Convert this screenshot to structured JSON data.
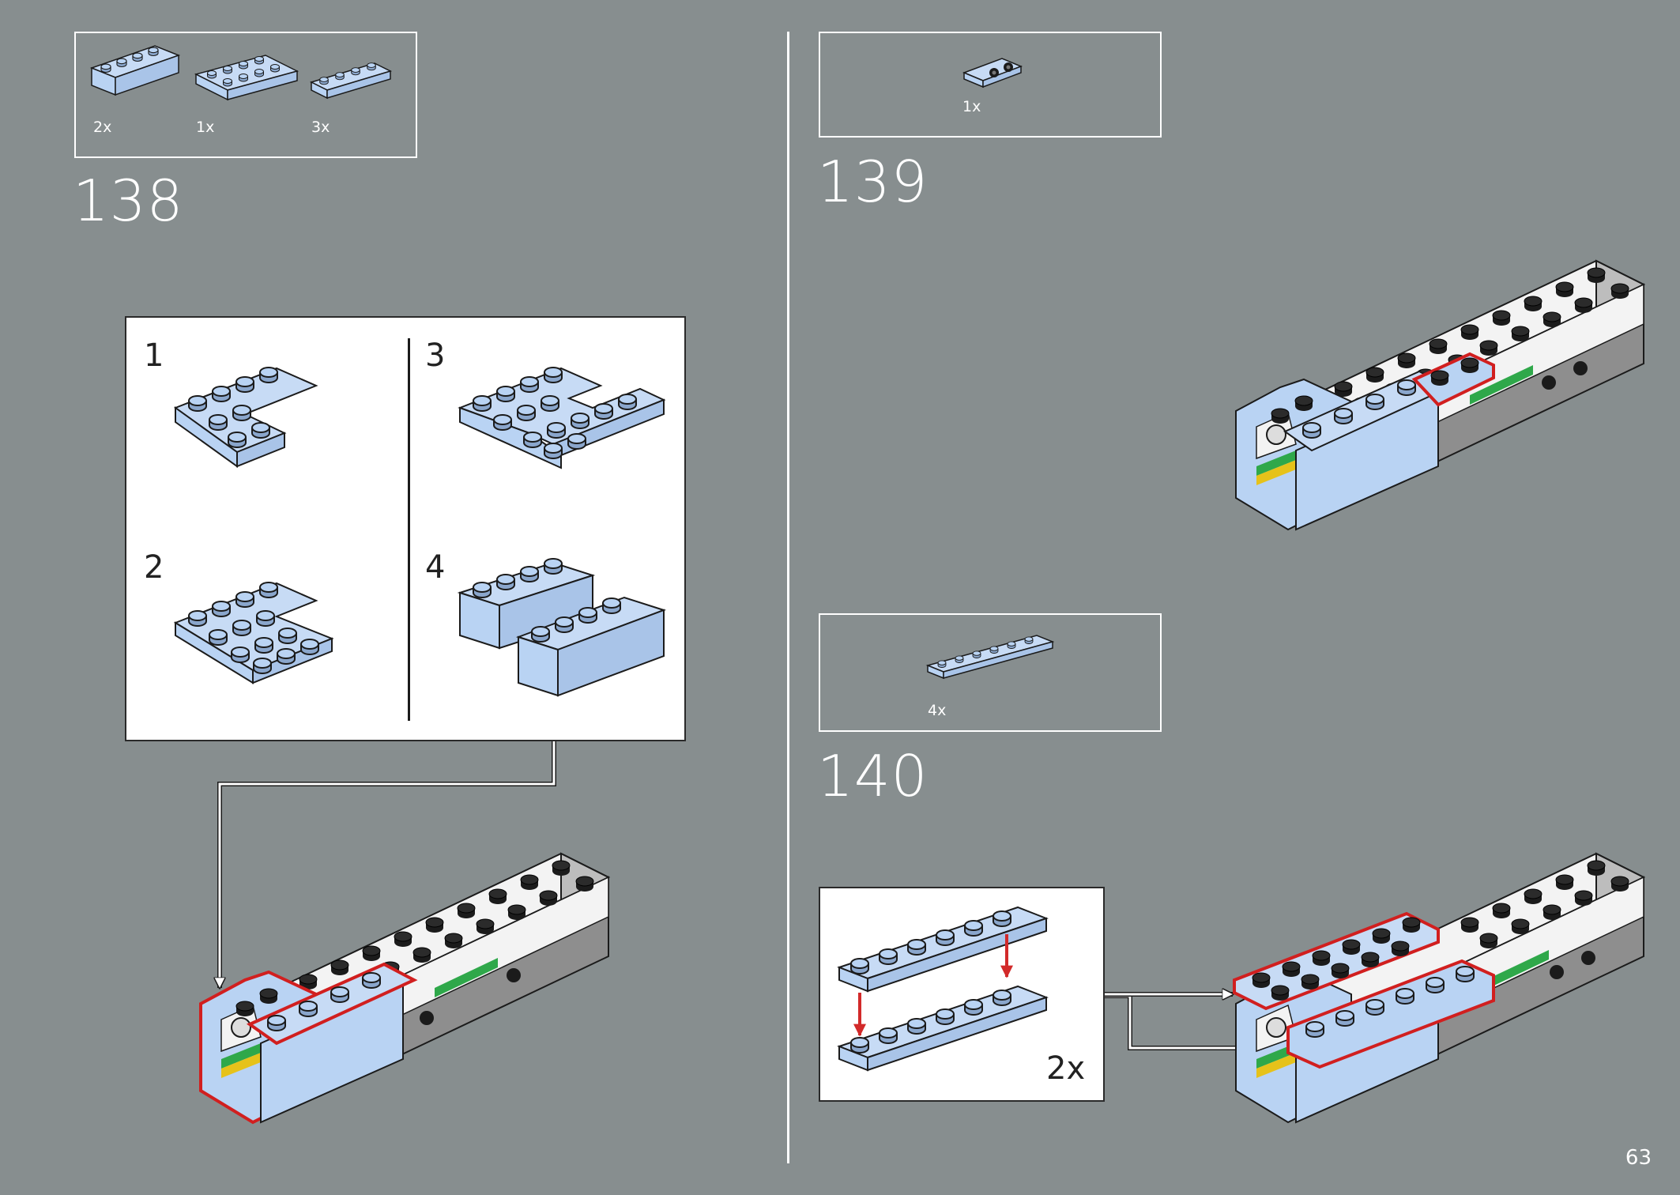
{
  "page": {
    "number": "63"
  },
  "step138": {
    "number": "138",
    "parts": [
      {
        "qty": "2x"
      },
      {
        "qty": "1x"
      },
      {
        "qty": "3x"
      }
    ],
    "substeps": [
      "1",
      "2",
      "3",
      "4"
    ]
  },
  "step139": {
    "number": "139",
    "parts": [
      {
        "qty": "1x"
      }
    ]
  },
  "step140": {
    "number": "140",
    "parts": [
      {
        "qty": "4x"
      }
    ],
    "sub_multiplier": "2x"
  },
  "colors": {
    "background": "#878e8f",
    "brick_light_blue": "#b9d3f3",
    "highlight_red": "#d11f1f",
    "arrow_red": "#d22a2a",
    "green": "#2fa84a",
    "yellow": "#e6c21a"
  }
}
